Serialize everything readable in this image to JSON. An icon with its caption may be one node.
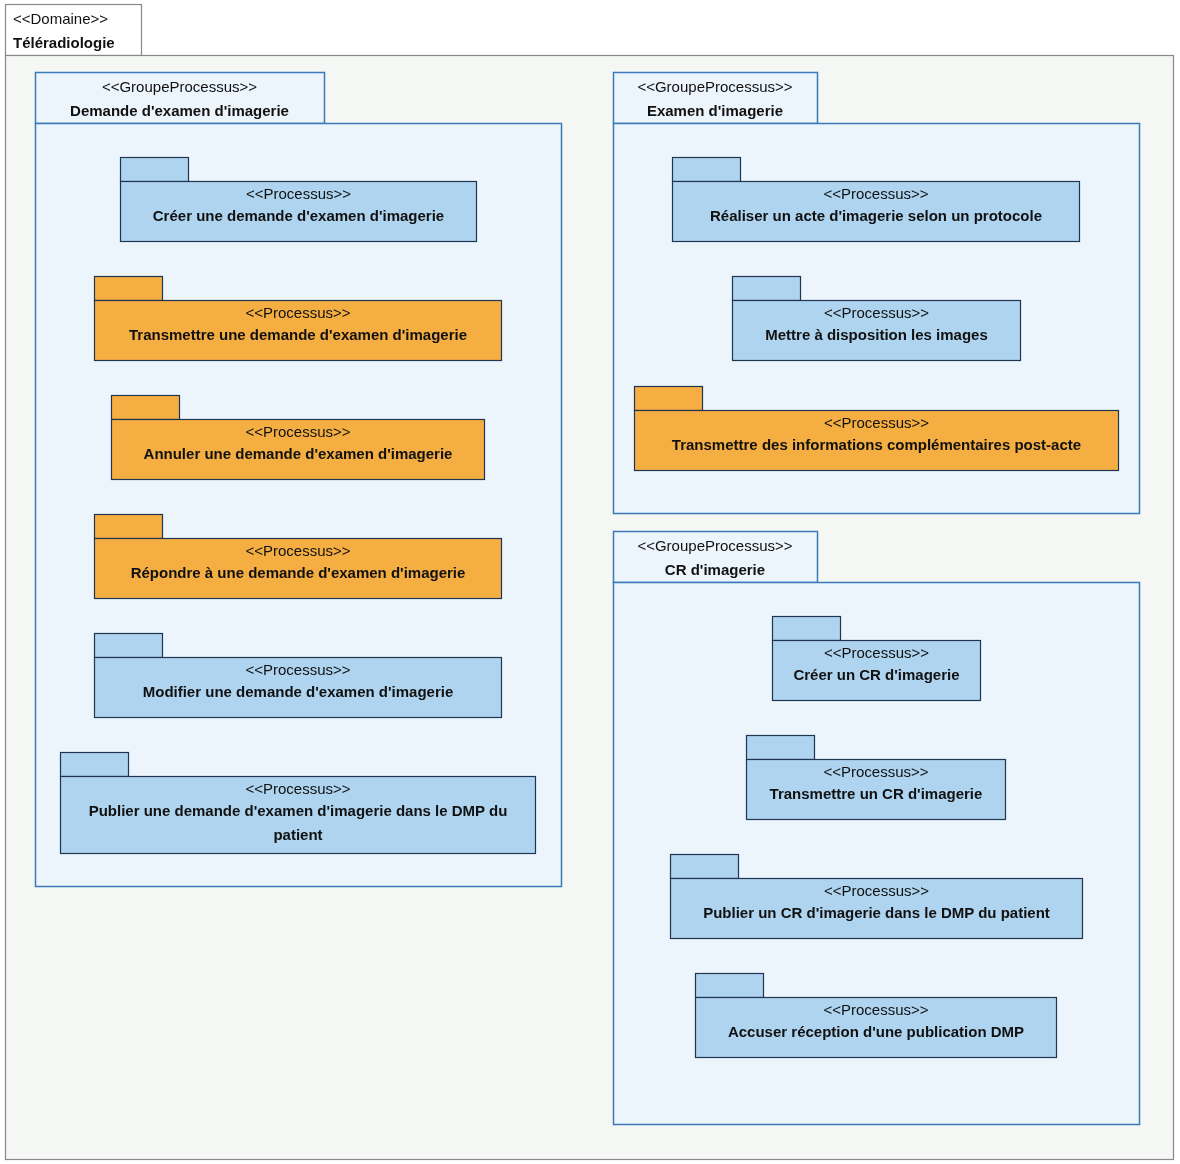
{
  "diagram": {
    "nodes": [
      {
        "text": [
          "<<Domaine>>",
          "Téléradiologie"
        ]
      },
      {
        "text": [
          "<<GroupeProcessus>>",
          "Demande d'examen d'imagerie"
        ],
        "in": 0
      },
      {
        "text": [
          "<<Processus>>",
          "Créer une demande d'examen d'imagerie"
        ],
        "in": 1
      },
      {
        "text": [
          "<<Processus>>",
          "Transmettre une demande d'examen d'imagerie"
        ],
        "in": 1
      },
      {
        "text": [
          "<<Processus>>",
          "Annuler une demande d'examen d'imagerie"
        ],
        "in": 1
      },
      {
        "text": [
          "<<Processus>>",
          "Répondre à une demande d'examen d'imagerie"
        ],
        "in": 1
      },
      {
        "text": [
          "<<Processus>>",
          "Modifier une demande d'examen d'imagerie"
        ],
        "in": 1
      },
      {
        "text": [
          "<<Processus>>",
          "Publier une demande d'examen d'imagerie dans le DMP du patient"
        ],
        "in": 1
      },
      {
        "text": [
          "<<GroupeProcessus>>",
          "Examen d'imagerie"
        ],
        "in": 0
      },
      {
        "text": [
          "<<Processus>>",
          "Réaliser un acte d'imagerie selon un protocole"
        ],
        "in": 8
      },
      {
        "text": [
          "<<Processus>>",
          "Mettre à disposition les images"
        ],
        "in": 8
      },
      {
        "text": [
          "<<Processus>>",
          "Transmettre des informations complémentaires post-acte"
        ],
        "in": 8
      },
      {
        "text": [
          "<<GroupeProcessus>>",
          "CR d'imagerie"
        ],
        "in": 0
      },
      {
        "text": [
          "<<Processus>>",
          "Créer un CR d'imagerie"
        ],
        "in": 12
      },
      {
        "text": [
          "<<Processus>>",
          "Transmettre un CR d'imagerie"
        ],
        "in": 12
      },
      {
        "text": [
          "<<Processus>>",
          "Publier un CR d'imagerie dans le DMP du patient"
        ],
        "in": 12
      },
      {
        "text": [
          "<<Processus>>",
          "Accuser réception d'une publication DMP"
        ],
        "in": 12
      }
    ]
  }
}
